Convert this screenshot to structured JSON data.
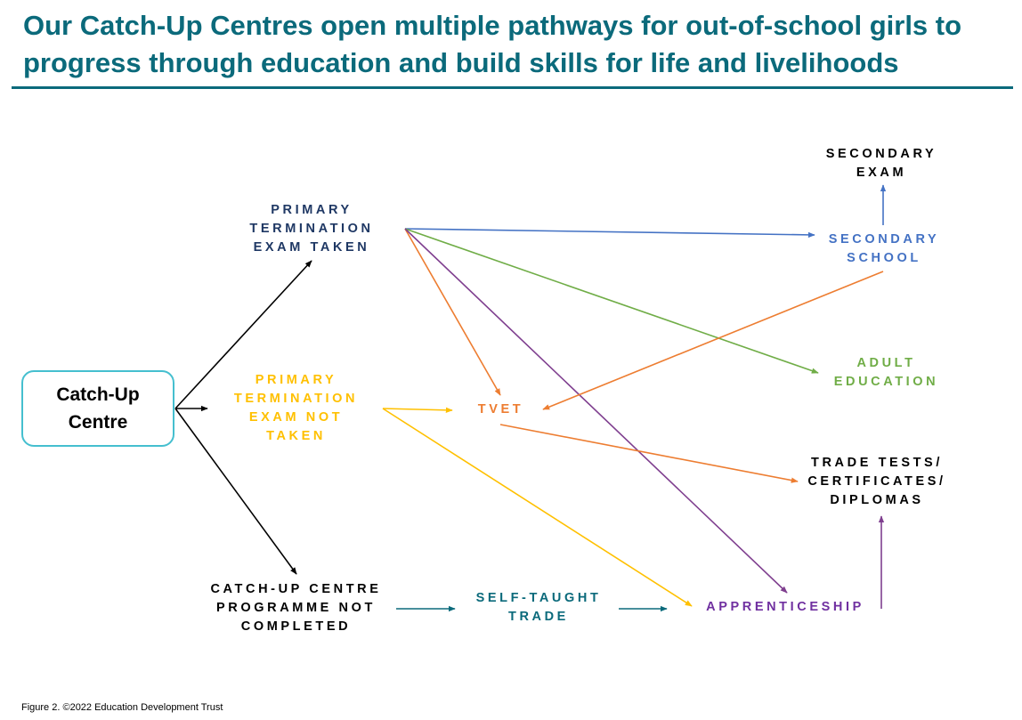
{
  "title": {
    "line1": "Our Catch-Up Centres open multiple pathways for out-of-school girls to",
    "line2": "progress through education and build skills for life and livelihoods"
  },
  "nodes": {
    "catch_up_centre": {
      "lines": [
        "Catch-Up",
        "Centre"
      ]
    },
    "exam_taken": {
      "lines": [
        "PRIMARY",
        "TERMINATION",
        "EXAM TAKEN"
      ],
      "color": "#1f3864"
    },
    "exam_not_taken": {
      "lines": [
        "PRIMARY",
        "TERMINATION",
        "EXAM NOT",
        "TAKEN"
      ],
      "color": "#ffc000"
    },
    "not_completed": {
      "lines": [
        "CATCH-UP CENTRE",
        "PROGRAMME NOT",
        "COMPLETED"
      ],
      "color": "#000000"
    },
    "tvet": {
      "lines": [
        "TVET"
      ],
      "color": "#ed7d31"
    },
    "self_taught": {
      "lines": [
        "SELF-TAUGHT",
        "TRADE"
      ],
      "color": "#0b6a7b"
    },
    "apprenticeship": {
      "lines": [
        "APPRENTICESHIP"
      ],
      "color": "#7030a0"
    },
    "secondary_exam": {
      "lines": [
        "SECONDARY",
        "EXAM"
      ],
      "color": "#000000"
    },
    "secondary_school": {
      "lines": [
        "SECONDARY",
        "SCHOOL"
      ],
      "color": "#4472c4"
    },
    "adult_education": {
      "lines": [
        "ADULT",
        "EDUCATION"
      ],
      "color": "#70ad47"
    },
    "trade_tests": {
      "lines": [
        "TRADE TESTS/",
        "CERTIFICATES/",
        "DIPLOMAS"
      ],
      "color": "#000000"
    }
  },
  "edges": [
    {
      "from": "catch_up_centre",
      "to": "exam_taken",
      "color": "#000000"
    },
    {
      "from": "catch_up_centre",
      "to": "exam_not_taken",
      "color": "#000000"
    },
    {
      "from": "catch_up_centre",
      "to": "not_completed",
      "color": "#000000"
    },
    {
      "from": "exam_taken",
      "to": "secondary_school",
      "color": "#4472c4"
    },
    {
      "from": "exam_taken",
      "to": "adult_education",
      "color": "#70ad47"
    },
    {
      "from": "exam_taken",
      "to": "tvet",
      "color": "#ed7d31"
    },
    {
      "from": "exam_taken",
      "to": "apprenticeship",
      "color": "#7f3f8f"
    },
    {
      "from": "secondary_school",
      "to": "secondary_exam",
      "color": "#4472c4"
    },
    {
      "from": "secondary_school",
      "to": "tvet",
      "color": "#ed7d31"
    },
    {
      "from": "exam_not_taken",
      "to": "tvet",
      "color": "#ffc000"
    },
    {
      "from": "exam_not_taken",
      "to": "apprenticeship",
      "color": "#ffc000"
    },
    {
      "from": "tvet",
      "to": "trade_tests",
      "color": "#ed7d31"
    },
    {
      "from": "not_completed",
      "to": "self_taught",
      "color": "#0b6a7b"
    },
    {
      "from": "self_taught",
      "to": "apprenticeship",
      "color": "#0b6a7b"
    },
    {
      "from": "apprenticeship",
      "to": "trade_tests",
      "color": "#7f3f8f"
    }
  ],
  "caption": "Figure 2.  ©2022 Education Development Trust"
}
